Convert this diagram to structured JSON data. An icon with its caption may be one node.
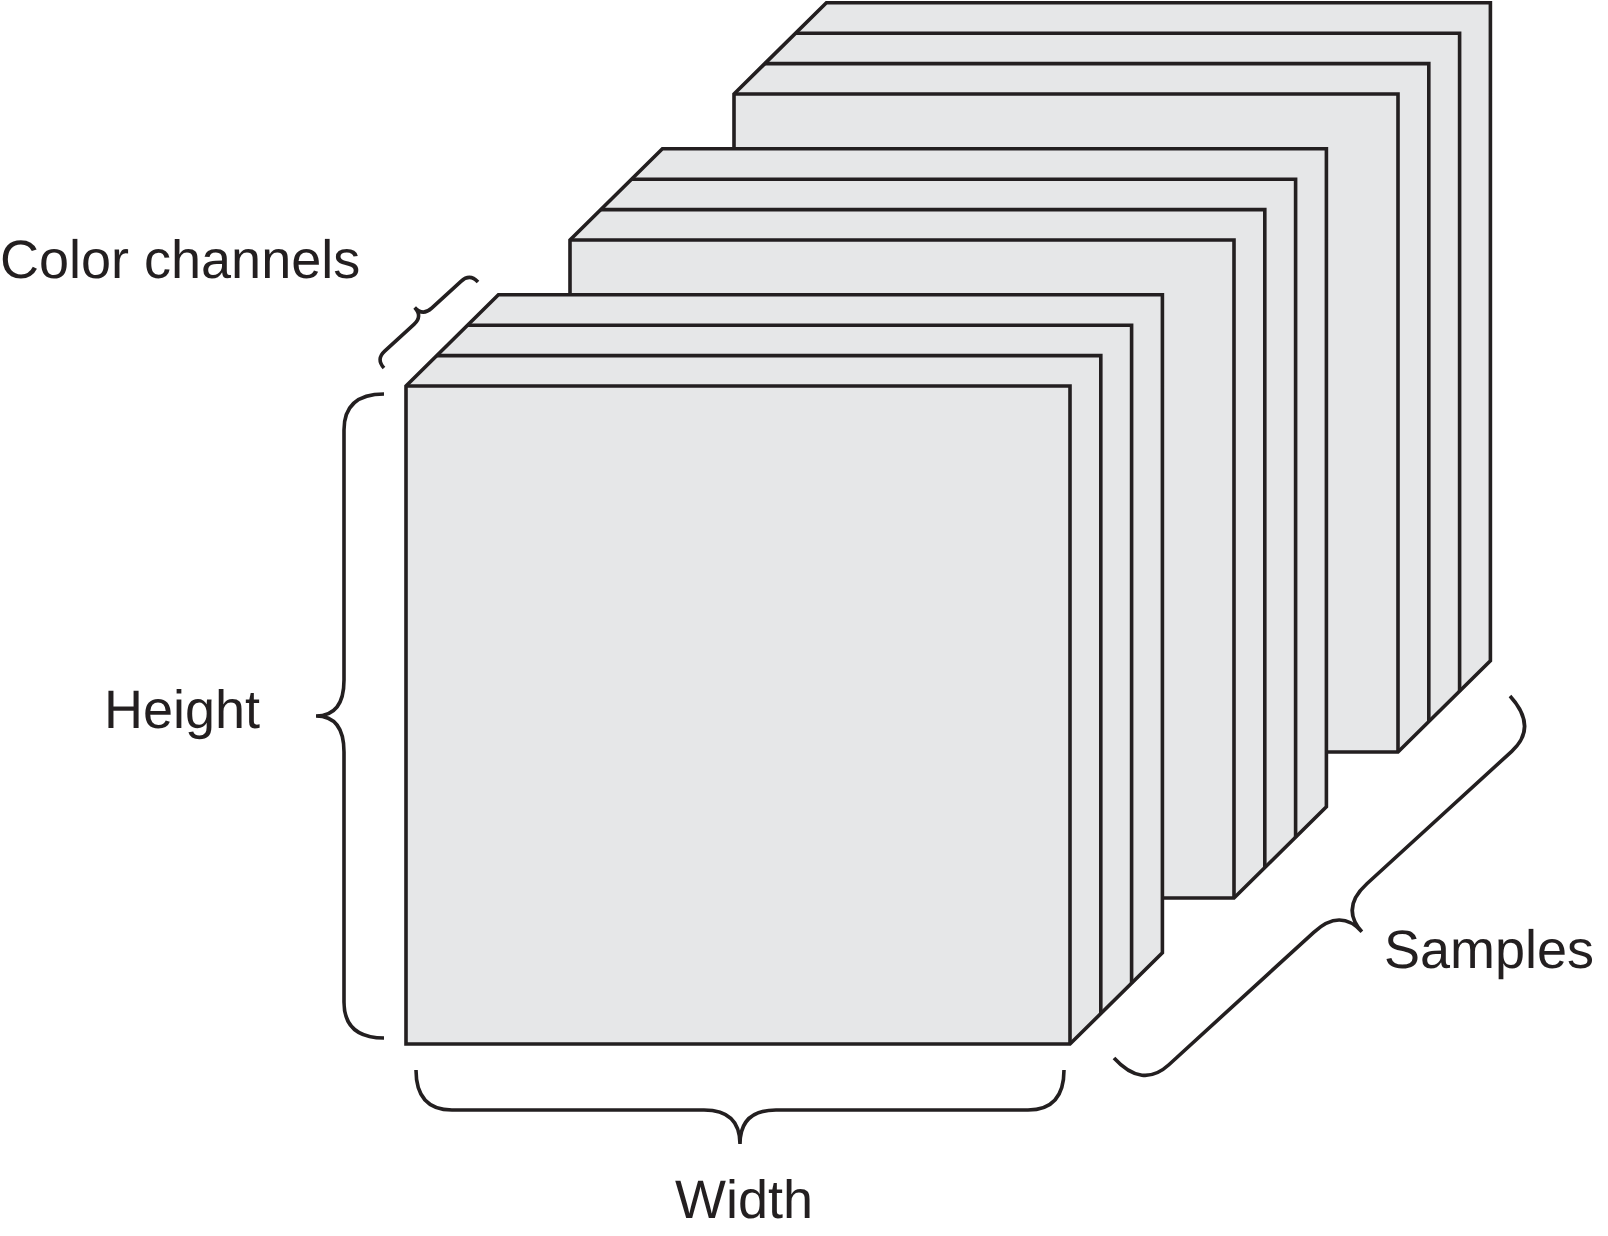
{
  "diagram": {
    "labels": [
      "Color channels",
      "Height",
      "Samples",
      "Width"
    ]
  }
}
